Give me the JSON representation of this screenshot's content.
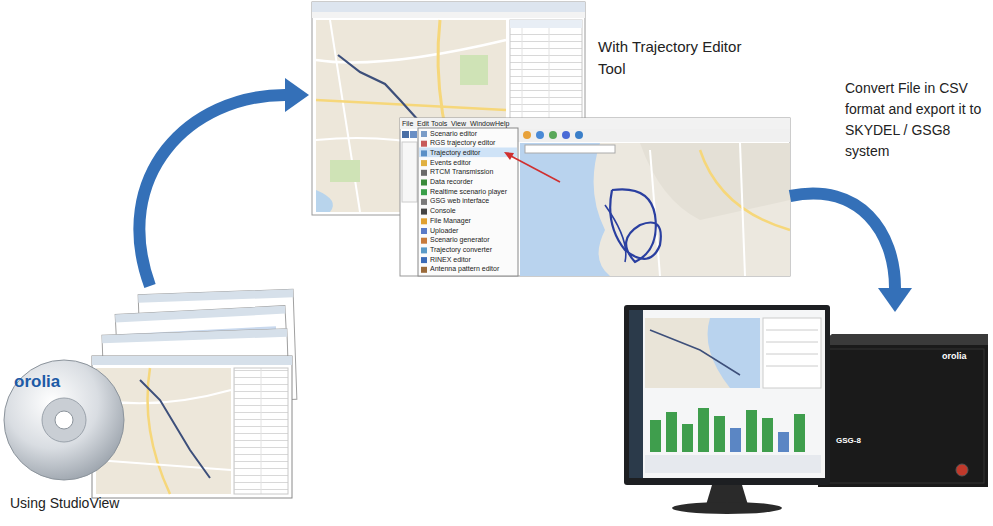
{
  "diagram": {
    "nodes": [
      {
        "text": [
          "Using StudioView"
        ]
      },
      {
        "text": [
          "With Trajectory Editor Tool"
        ]
      },
      {
        "text": [
          "orolia",
          "GSG-8"
        ]
      }
    ],
    "edges": [
      {
        "from": 0,
        "to": 1,
        "arrow": "to"
      },
      {
        "from": 1,
        "to": 2,
        "arrow": "to",
        "label": "Convert File in CSV format and export it to SKYDEL / GSG8 system"
      }
    ],
    "labels": [
      "orolia",
      "File",
      "Edit",
      "Tools",
      "View",
      "Window",
      "Help",
      "Scenario editor",
      "RGS trajectory editor",
      "Trajectory editor",
      "Events editor",
      "RTCM Transmission",
      "Data recorder",
      "Realtime scenario player",
      "GSG web interface",
      "Console",
      "File Manager",
      "Uploader",
      "Scenario generator",
      "Trajectory converter",
      "RINEX editor",
      "Antenna pattern editor"
    ]
  }
}
